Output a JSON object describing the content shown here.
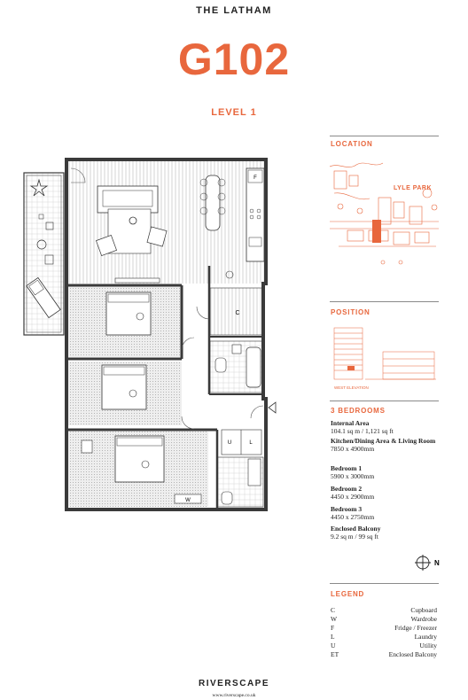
{
  "header": {
    "building": "THE LATHAM",
    "unit": "G102",
    "level": "LEVEL 1"
  },
  "location": {
    "title": "LOCATION",
    "park_label": "LYLE PARK"
  },
  "position": {
    "title": "POSITION",
    "elevation_label": "WEST ELEVATION"
  },
  "specs": {
    "title": "3 BEDROOMS",
    "items": [
      {
        "label": "Internal Area",
        "value": "104.1 sq m / 1,121 sq ft"
      },
      {
        "label": "Kitchen/Dining Area & Living Room",
        "value": "7850 x 4900mm"
      },
      {
        "label": "Bedroom 1",
        "value": "5900 x 3000mm"
      },
      {
        "label": "Bedroom 2",
        "value": "4450 x 2900mm"
      },
      {
        "label": "Bedroom 3",
        "value": "4450 x 2750mm"
      },
      {
        "label": "Enclosed Balcony",
        "value": "9.2 sq m / 99 sq ft"
      }
    ]
  },
  "compass": {
    "label": "N"
  },
  "legend": {
    "title": "LEGEND",
    "items": [
      {
        "code": "C",
        "meaning": "Cupboard"
      },
      {
        "code": "W",
        "meaning": "Wardrobe"
      },
      {
        "code": "F",
        "meaning": "Fridge / Freezer"
      },
      {
        "code": "L",
        "meaning": "Laundry"
      },
      {
        "code": "U",
        "meaning": "Utility"
      },
      {
        "code": "ET",
        "meaning": "Enclosed Balcony"
      }
    ]
  },
  "plan_labels": {
    "fridge": "F",
    "cupboard": "C",
    "utility": "U",
    "laundry": "L",
    "wardrobe": "W"
  },
  "footer": {
    "brand": "RIVERSCAPE",
    "url": "www.riverscape.co.uk"
  },
  "colors": {
    "accent": "#e8673d",
    "wall": "#3a3a3a",
    "text": "#222222"
  }
}
